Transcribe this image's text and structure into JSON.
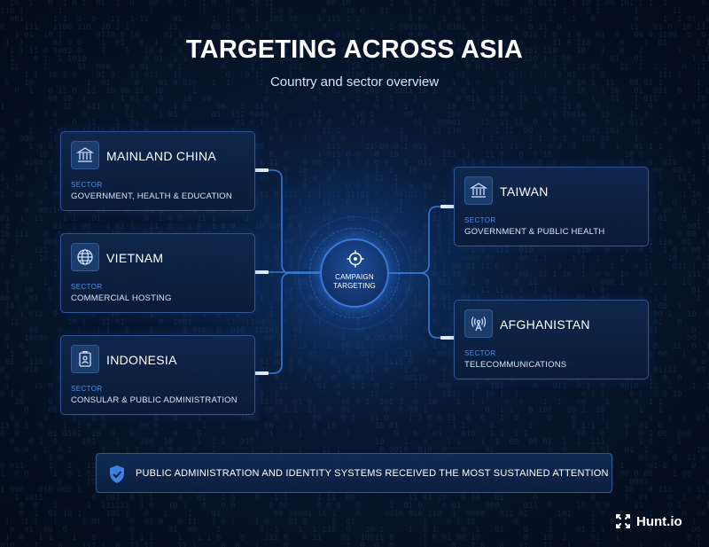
{
  "header": {
    "title": "TARGETING ACROSS ASIA",
    "subtitle": "Country and sector overview"
  },
  "hub": {
    "label_line1": "CAMPAIGN",
    "label_line2": "TARGETING",
    "icon": "crosshair-icon"
  },
  "countries": [
    {
      "name": "MAINLAND CHINA",
      "sector_label": "SECTOR",
      "sector": "GOVERNMENT, HEALTH & EDUCATION",
      "icon": "government-building-icon"
    },
    {
      "name": "VIETNAM",
      "sector_label": "SECTOR",
      "sector": "COMMERCIAL HOSTING",
      "icon": "globe-icon"
    },
    {
      "name": "INDONESIA",
      "sector_label": "SECTOR",
      "sector": "CONSULAR & PUBLIC ADMINISTRATION",
      "icon": "id-badge-icon"
    },
    {
      "name": "TAIWAN",
      "sector_label": "SECTOR",
      "sector": "GOVERNMENT & PUBLIC HEALTH",
      "icon": "government-building-icon"
    },
    {
      "name": "AFGHANISTAN",
      "sector_label": "SECTOR",
      "sector": "TELECOMMUNICATIONS",
      "icon": "antenna-icon"
    }
  ],
  "banner": {
    "text": "PUBLIC ADMINISTRATION AND IDENTITY SYSTEMS RECEIVED THE MOST SUSTAINED ATTENTION",
    "icon": "shield-check-icon"
  },
  "brand": {
    "name": "Hunt.io",
    "icon": "hunt-logo-icon"
  },
  "colors": {
    "background": "#07162e",
    "card_border": "#5082d2",
    "accent": "#4f8fe6",
    "connector": "#3f7fe0"
  }
}
